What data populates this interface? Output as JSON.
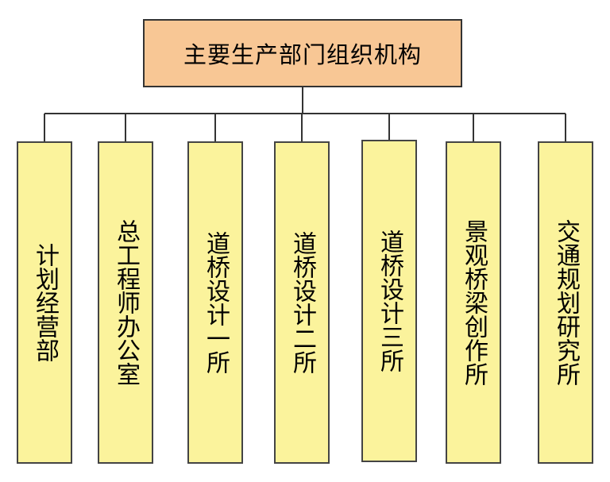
{
  "root": {
    "label": "主要生产部门组织机构"
  },
  "departments": [
    {
      "label": "计划经营部"
    },
    {
      "label": "总工程师办公室"
    },
    {
      "label": "道桥设计一所"
    },
    {
      "label": "道桥设计二所"
    },
    {
      "label": "道桥设计三所"
    },
    {
      "label": "景观桥梁创作所"
    },
    {
      "label": "交通规划研究所"
    }
  ],
  "colors": {
    "root_fill": "#f8c795",
    "dept_fill": "#fbf39c",
    "line": "#333333"
  }
}
